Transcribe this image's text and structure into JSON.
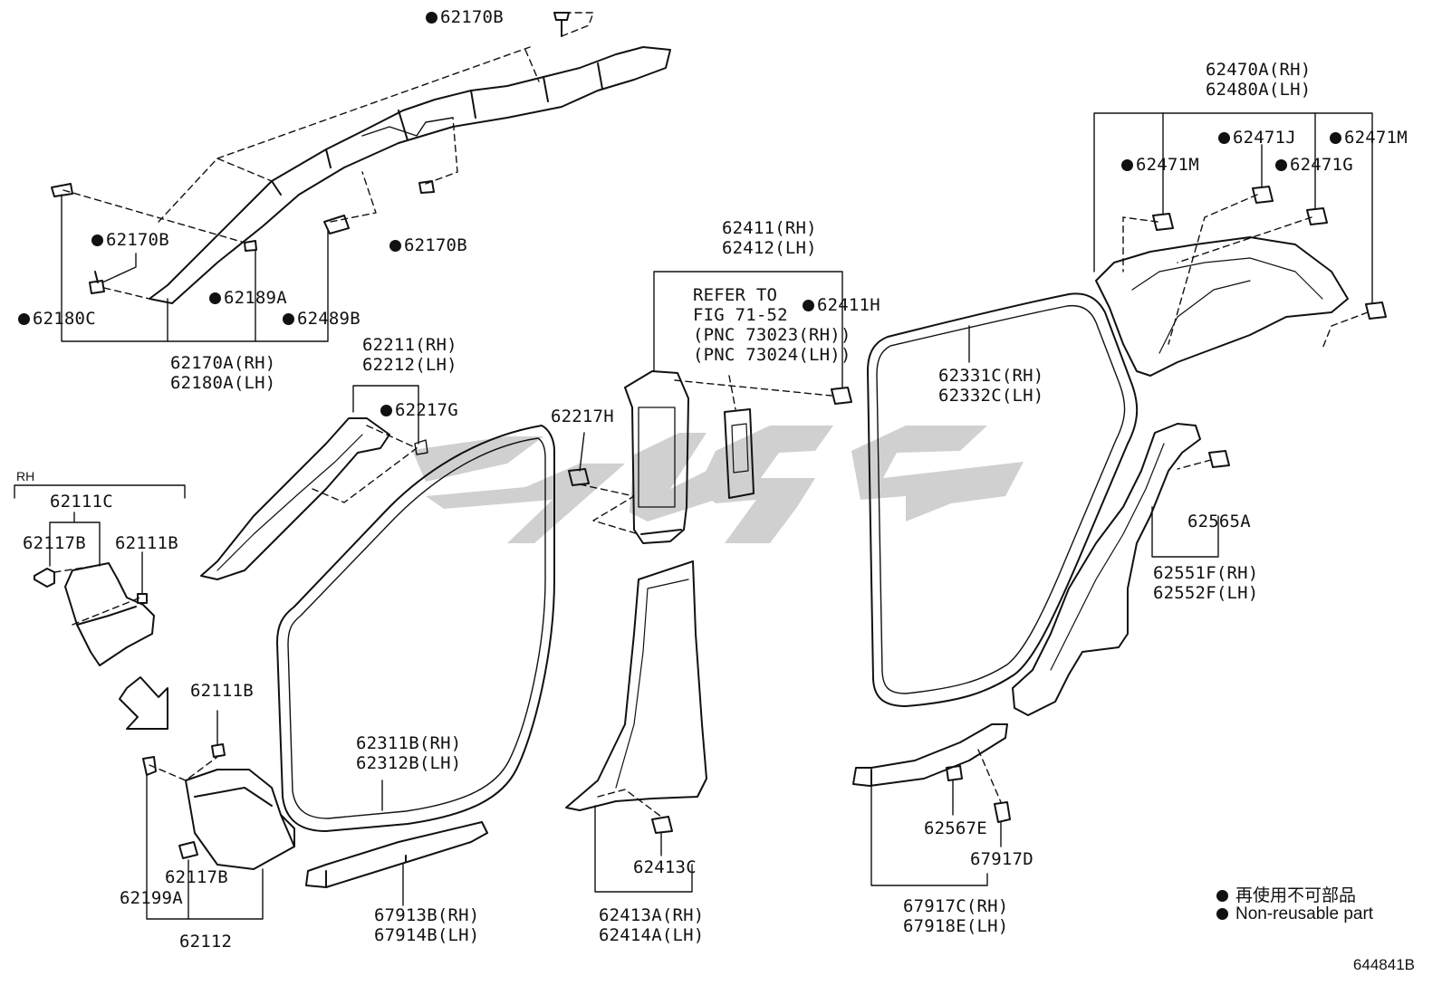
{
  "rh_tag": "RH",
  "figure_code": "644841B",
  "legend": {
    "jp": "再使用不可部品",
    "en": "Non-reusable part"
  },
  "labels": {
    "p62170B_top": "62170B",
    "p62170B_left": "62170B",
    "p62170B_mid": "62170B",
    "p62180C": "62180C",
    "p62189A": "62189A",
    "p62489B": "62489B",
    "p62170A": "62170A(RH)\n62180A(LH)",
    "p62211": "62211(RH)\n62212(LH)",
    "p62217G": "62217G",
    "p62111C": "62111C",
    "p62117B_top": "62117B",
    "p62111B_top": "62111B",
    "p62111B_low": "62111B",
    "p62117B_low": "62117B",
    "p62199A": "62199A",
    "p62112": "62112",
    "p62311B": "62311B(RH)\n62312B(LH)",
    "p67913B": "67913B(RH)\n67914B(LH)",
    "p62217H": "62217H",
    "p62411": "62411(RH)\n62412(LH)",
    "refer": "REFER TO\nFIG 71-52\n(PNC 73023(RH))\n(PNC 73024(LH))",
    "p62411H": "62411H",
    "p62413C": "62413C",
    "p62413A": "62413A(RH)\n62414A(LH)",
    "p62331C": "62331C(RH)\n62332C(LH)",
    "p62470A": "62470A(RH)\n62480A(LH)",
    "p62471J": "62471J",
    "p62471M_left": "62471M",
    "p62471M_right": "62471M",
    "p62471G": "62471G",
    "p62565A": "62565A",
    "p62551F": "62551F(RH)\n62552F(LH)",
    "p62567E": "62567E",
    "p67917D": "67917D",
    "p67917C": "67917C(RH)\n67918E(LH)"
  }
}
